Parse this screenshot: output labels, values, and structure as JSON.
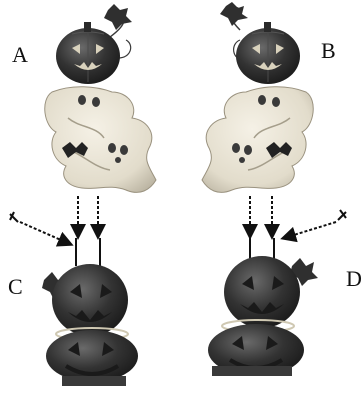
{
  "labels": {
    "a": "A",
    "b": "B",
    "c": "C",
    "d": "D"
  },
  "icons": {
    "ghost_pumpkin_ornament": "ghost-pumpkin-ornament-icon",
    "stacked_pumpkin_lantern": "stacked-pumpkin-lantern-icon",
    "screw": "screw-icon"
  },
  "colors": {
    "pumpkin_metal": "#2b2b2b",
    "pumpkin_highlight": "#5a5a5a",
    "ghost_body": "#e8e3d6",
    "ghost_shadow": "#b9b2a0",
    "base_tray": "#3a3a3a",
    "arrow": "#111111"
  }
}
